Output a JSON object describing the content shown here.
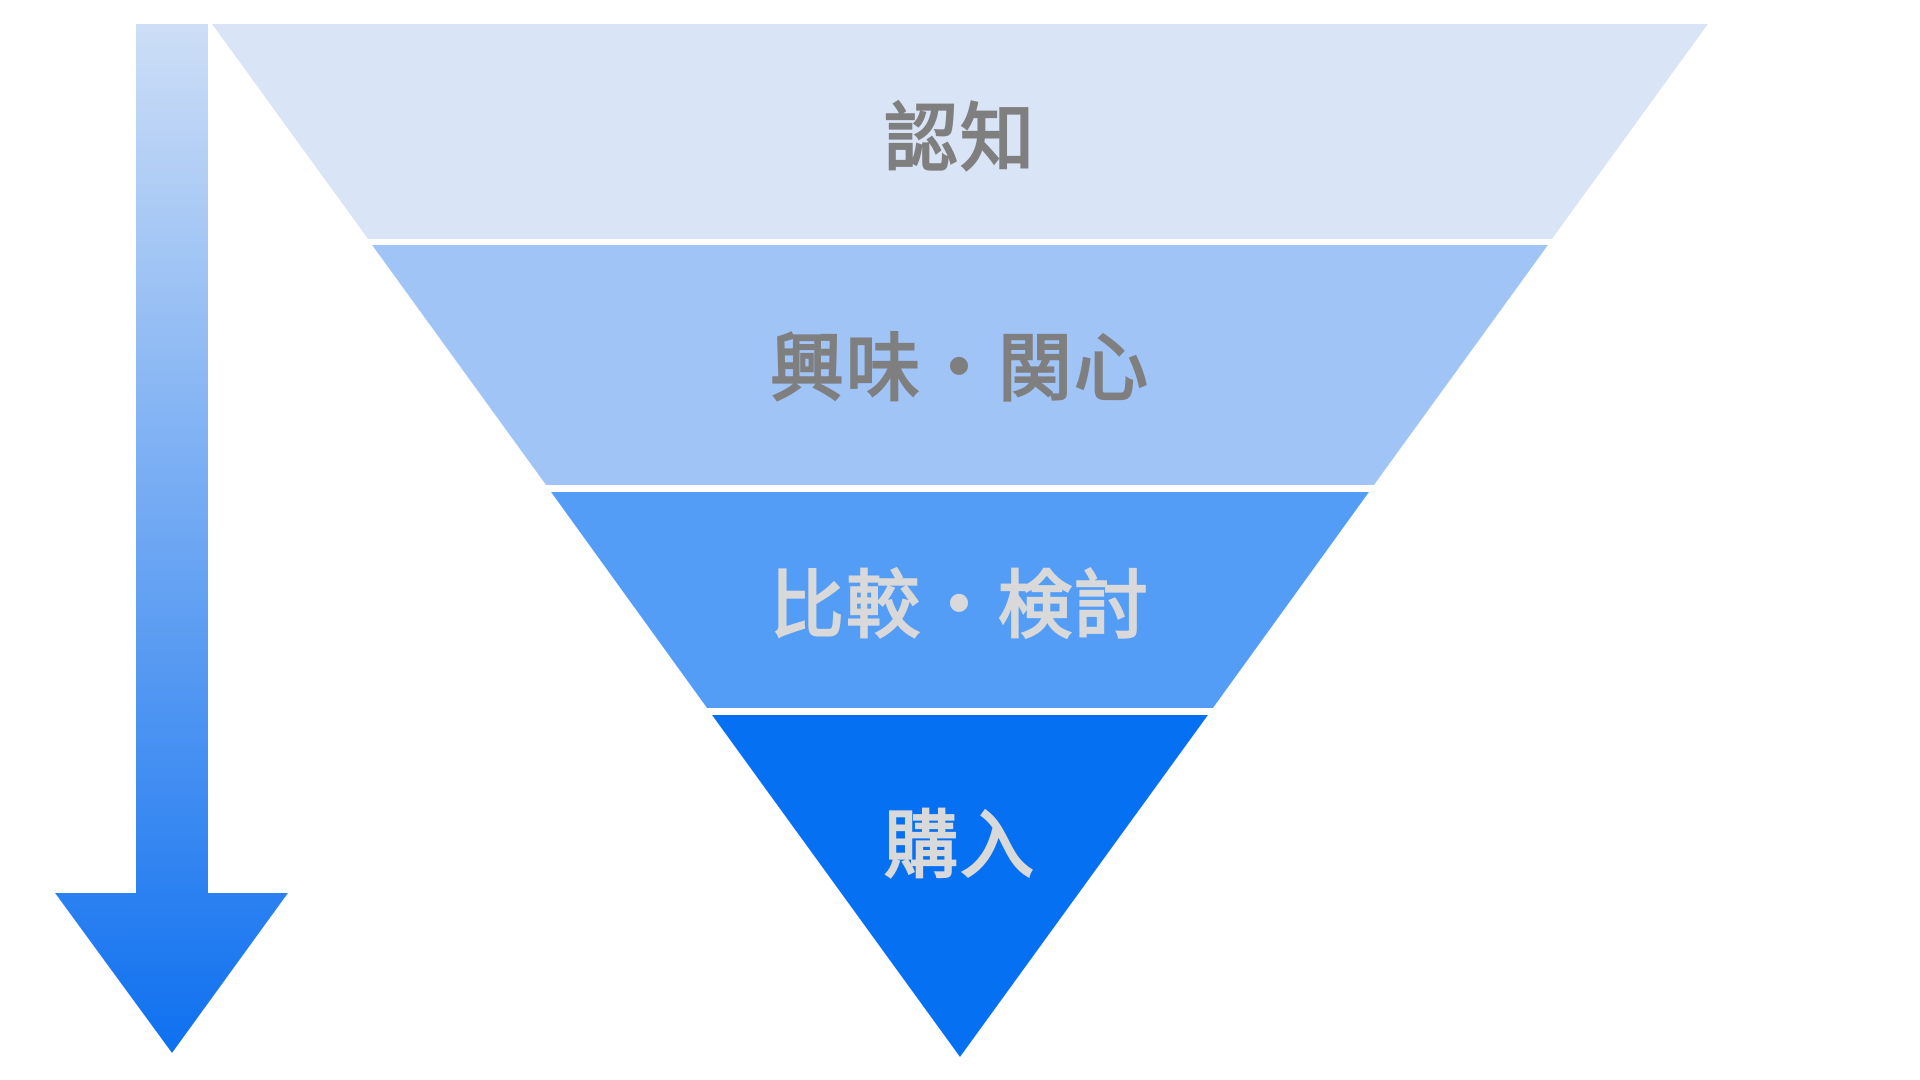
{
  "diagram": {
    "type": "inverted-funnel",
    "background": "#ffffff",
    "divider_color": "#ffffff",
    "stages": [
      {
        "key": "awareness",
        "label": "認知",
        "fill": "#d9e4f6",
        "text_color": "#7f7f7f"
      },
      {
        "key": "interest",
        "label": "興味・関心",
        "fill": "#a1c4f7",
        "text_color": "#7f7f7f"
      },
      {
        "key": "comparison",
        "label": "比較・検討",
        "fill": "#549df6",
        "text_color": "#d9d9d9"
      },
      {
        "key": "purchase",
        "label": "購入",
        "fill": "#0670f2",
        "text_color": "#d9d9d9"
      }
    ],
    "arrow": {
      "direction": "down",
      "gradient_top": "#cddef6",
      "gradient_bottom": "#0e70f0"
    }
  }
}
